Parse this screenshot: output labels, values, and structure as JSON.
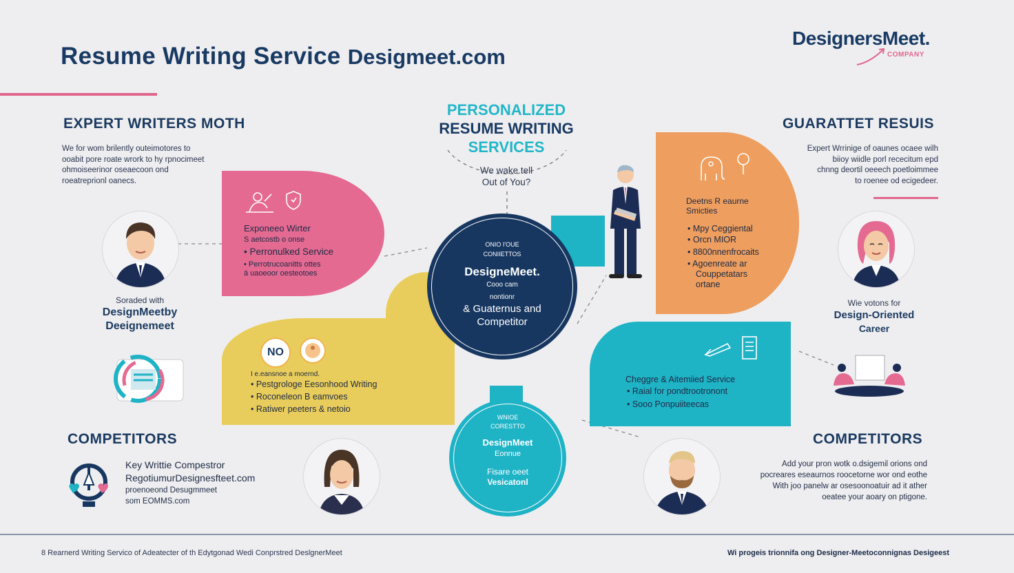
{
  "title": {
    "main": "Resume Writing Service",
    "domain": "Desigmeet.com"
  },
  "logo": {
    "name": "DesignersMeet.",
    "tagline": "COMPANY"
  },
  "center_heading": {
    "line1": "PERSONALIZED",
    "line2": "RESUME WRITING",
    "line3": "SERVICES",
    "tag1": "We wake tell",
    "tag2": "Out of You?"
  },
  "left_top": {
    "heading": "EXPERT WRITERS MOTH",
    "lines": [
      "We for wom brilently outeimotores to",
      "ooabit pore roate wrork to hy rpnocimeet",
      "ohmoiseerinor oseaecoon ond",
      "roeatreprionl oanecs."
    ]
  },
  "left_mid": {
    "lines": [
      "Soraded with",
      "DesignMeetby",
      "Deeignemeet"
    ]
  },
  "right_top": {
    "heading": "GUARATTET RESUIS",
    "lines": [
      "Expert Wrrinige of oaunes ocaee wilh",
      "biioy wiidle porl rececitum epd",
      "chnng deortil oeeech poetloimmee",
      "to roenee od ecigedeer."
    ]
  },
  "right_mid": {
    "lines": [
      "Wie votons for",
      "Design-Oriented",
      "Career"
    ]
  },
  "pink_panel": {
    "title": "Exponeeo Wirter",
    "lines": [
      "S aetcostb o onse",
      "• Perronulked Service",
      "• Perrotrucoanitts ottes",
      "ä uaoeoor oesteotoes"
    ]
  },
  "yellow_panel": {
    "badge": "NO",
    "title": "I e.eansnoe a moernd.",
    "lines": [
      "• Pestgrologe Eesonhood Writing",
      "• Roconeleon B eamvoes",
      "• Ratiwer peeters & netoio"
    ]
  },
  "orange_panel": {
    "title": "Deetns R eaurne",
    "subtitle": "Smicties",
    "lines": [
      "• Mpy Ceggiental",
      "• Orcn MIOR",
      "• 8800nnenfrocaits",
      "• Agoenreate ar",
      "  Couppetatars",
      "  ortane"
    ]
  },
  "teal_panel": {
    "title": "Cheggre & Aitemiied Service",
    "lines": [
      "• Raial for pondtrootronont",
      "• Sooo Ponpuiiteecas"
    ]
  },
  "center_circle": {
    "small1": "ONIO I'OUE",
    "small2": "CONIIETTOS",
    "name": "DesigneMeet.",
    "sub": "Cooo cam",
    "line1": "nontionr",
    "line2": "& Guaternus and",
    "line3": "Competitor"
  },
  "bottom_circle": {
    "small1": "WNIOE",
    "small2": "CORESTTO",
    "name": "DesignMeet",
    "sub": "Eonnue",
    "line1": "Fisare oeet",
    "line2": "Vesicatonl"
  },
  "competitors_left": {
    "heading": "COMPETITORS",
    "lines": [
      "Key Writtie Compestror",
      "RegotiumurDesignesfteet.com",
      "proenoeond Desugmmeet",
      "som EOMMS.com"
    ]
  },
  "competitors_right": {
    "heading": "COMPETITORS",
    "lines": [
      "Add your pron wotk o.dsigemil orions ond",
      "pocreares eseaurnos roocetorne wor ond eothe",
      "With joo panelw ar osesoonoatuir ad it ather",
      "oeatee your aoary on ptigone."
    ]
  },
  "footer": {
    "left": "8   Rearnerd Writing Servico of Adeatecter of th Edytgonad Wedi Conprstred DeslgnerMeet",
    "right": "Wi progeis trionnifa ong Designer-Meetoconnignas Desigeest"
  },
  "colors": {
    "navy": "#173761",
    "pink": "#e46a92",
    "yellow": "#e9cd5c",
    "orange": "#ee9e5e",
    "teal": "#1fb3c6",
    "accent": "#e0668c"
  }
}
